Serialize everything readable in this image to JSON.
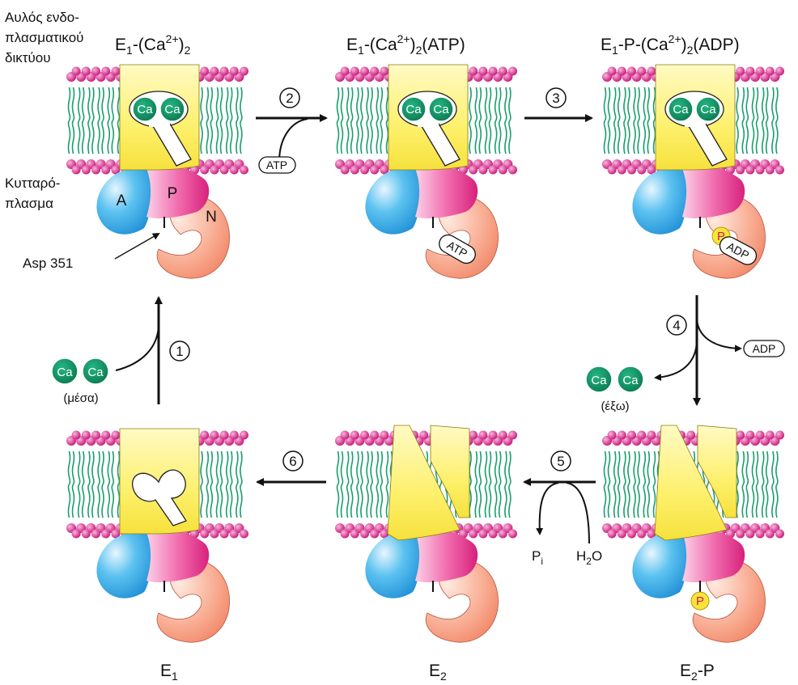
{
  "labels": {
    "sr_lumen_line1": "Αυλός ενδο-",
    "sr_lumen_line2": "πλασματικού",
    "sr_lumen_line3": "δικτύου",
    "cytoplasm_line1": "Κυτταρό-",
    "cytoplasm_line2": "πλασμα",
    "asp": "Asp 351",
    "inside": "(μέσα)",
    "outside": "(έξω)",
    "ca": "Ca",
    "atp": "ATP",
    "adp": "ADP",
    "p": "P",
    "pi_base": "P",
    "pi_sub": "i",
    "h2o_h": "H",
    "h2o_sub": "2",
    "h2o_o": "O"
  },
  "domains": {
    "a": "A",
    "p": "P",
    "n": "N"
  },
  "states": {
    "s1": {
      "e": "E",
      "sub1": "1",
      "rest": "-(Ca",
      "sup": "2+",
      "close": ")",
      "sub2": "2",
      "tail": ""
    },
    "s2": {
      "e": "E",
      "sub1": "1",
      "rest": "-(Ca",
      "sup": "2+",
      "close": ")",
      "sub2": "2",
      "tail": "(ATP)"
    },
    "s3": {
      "e": "E",
      "sub1": "1",
      "rest": "-P-(Ca",
      "sup": "2+",
      "close": ")",
      "sub2": "2",
      "tail": "(ADP)"
    },
    "s4": {
      "e": "E",
      "sub": "2",
      "tail": "-P"
    },
    "s5": {
      "e": "E",
      "sub": "2",
      "tail": ""
    },
    "s6": {
      "e": "E",
      "sub": "1",
      "tail": ""
    }
  },
  "steps": [
    "1",
    "2",
    "3",
    "4",
    "5",
    "6"
  ],
  "colors": {
    "membrane_head": "#d6197f",
    "membrane_tail": "#1a9e6e",
    "transmembrane": "#fdf06c",
    "domain_a": "#4db8ea",
    "domain_p": "#ec5fa6",
    "domain_n": "#f7a48c",
    "calcium": "#0f8a5f",
    "phosphate": "#f9e43b"
  }
}
